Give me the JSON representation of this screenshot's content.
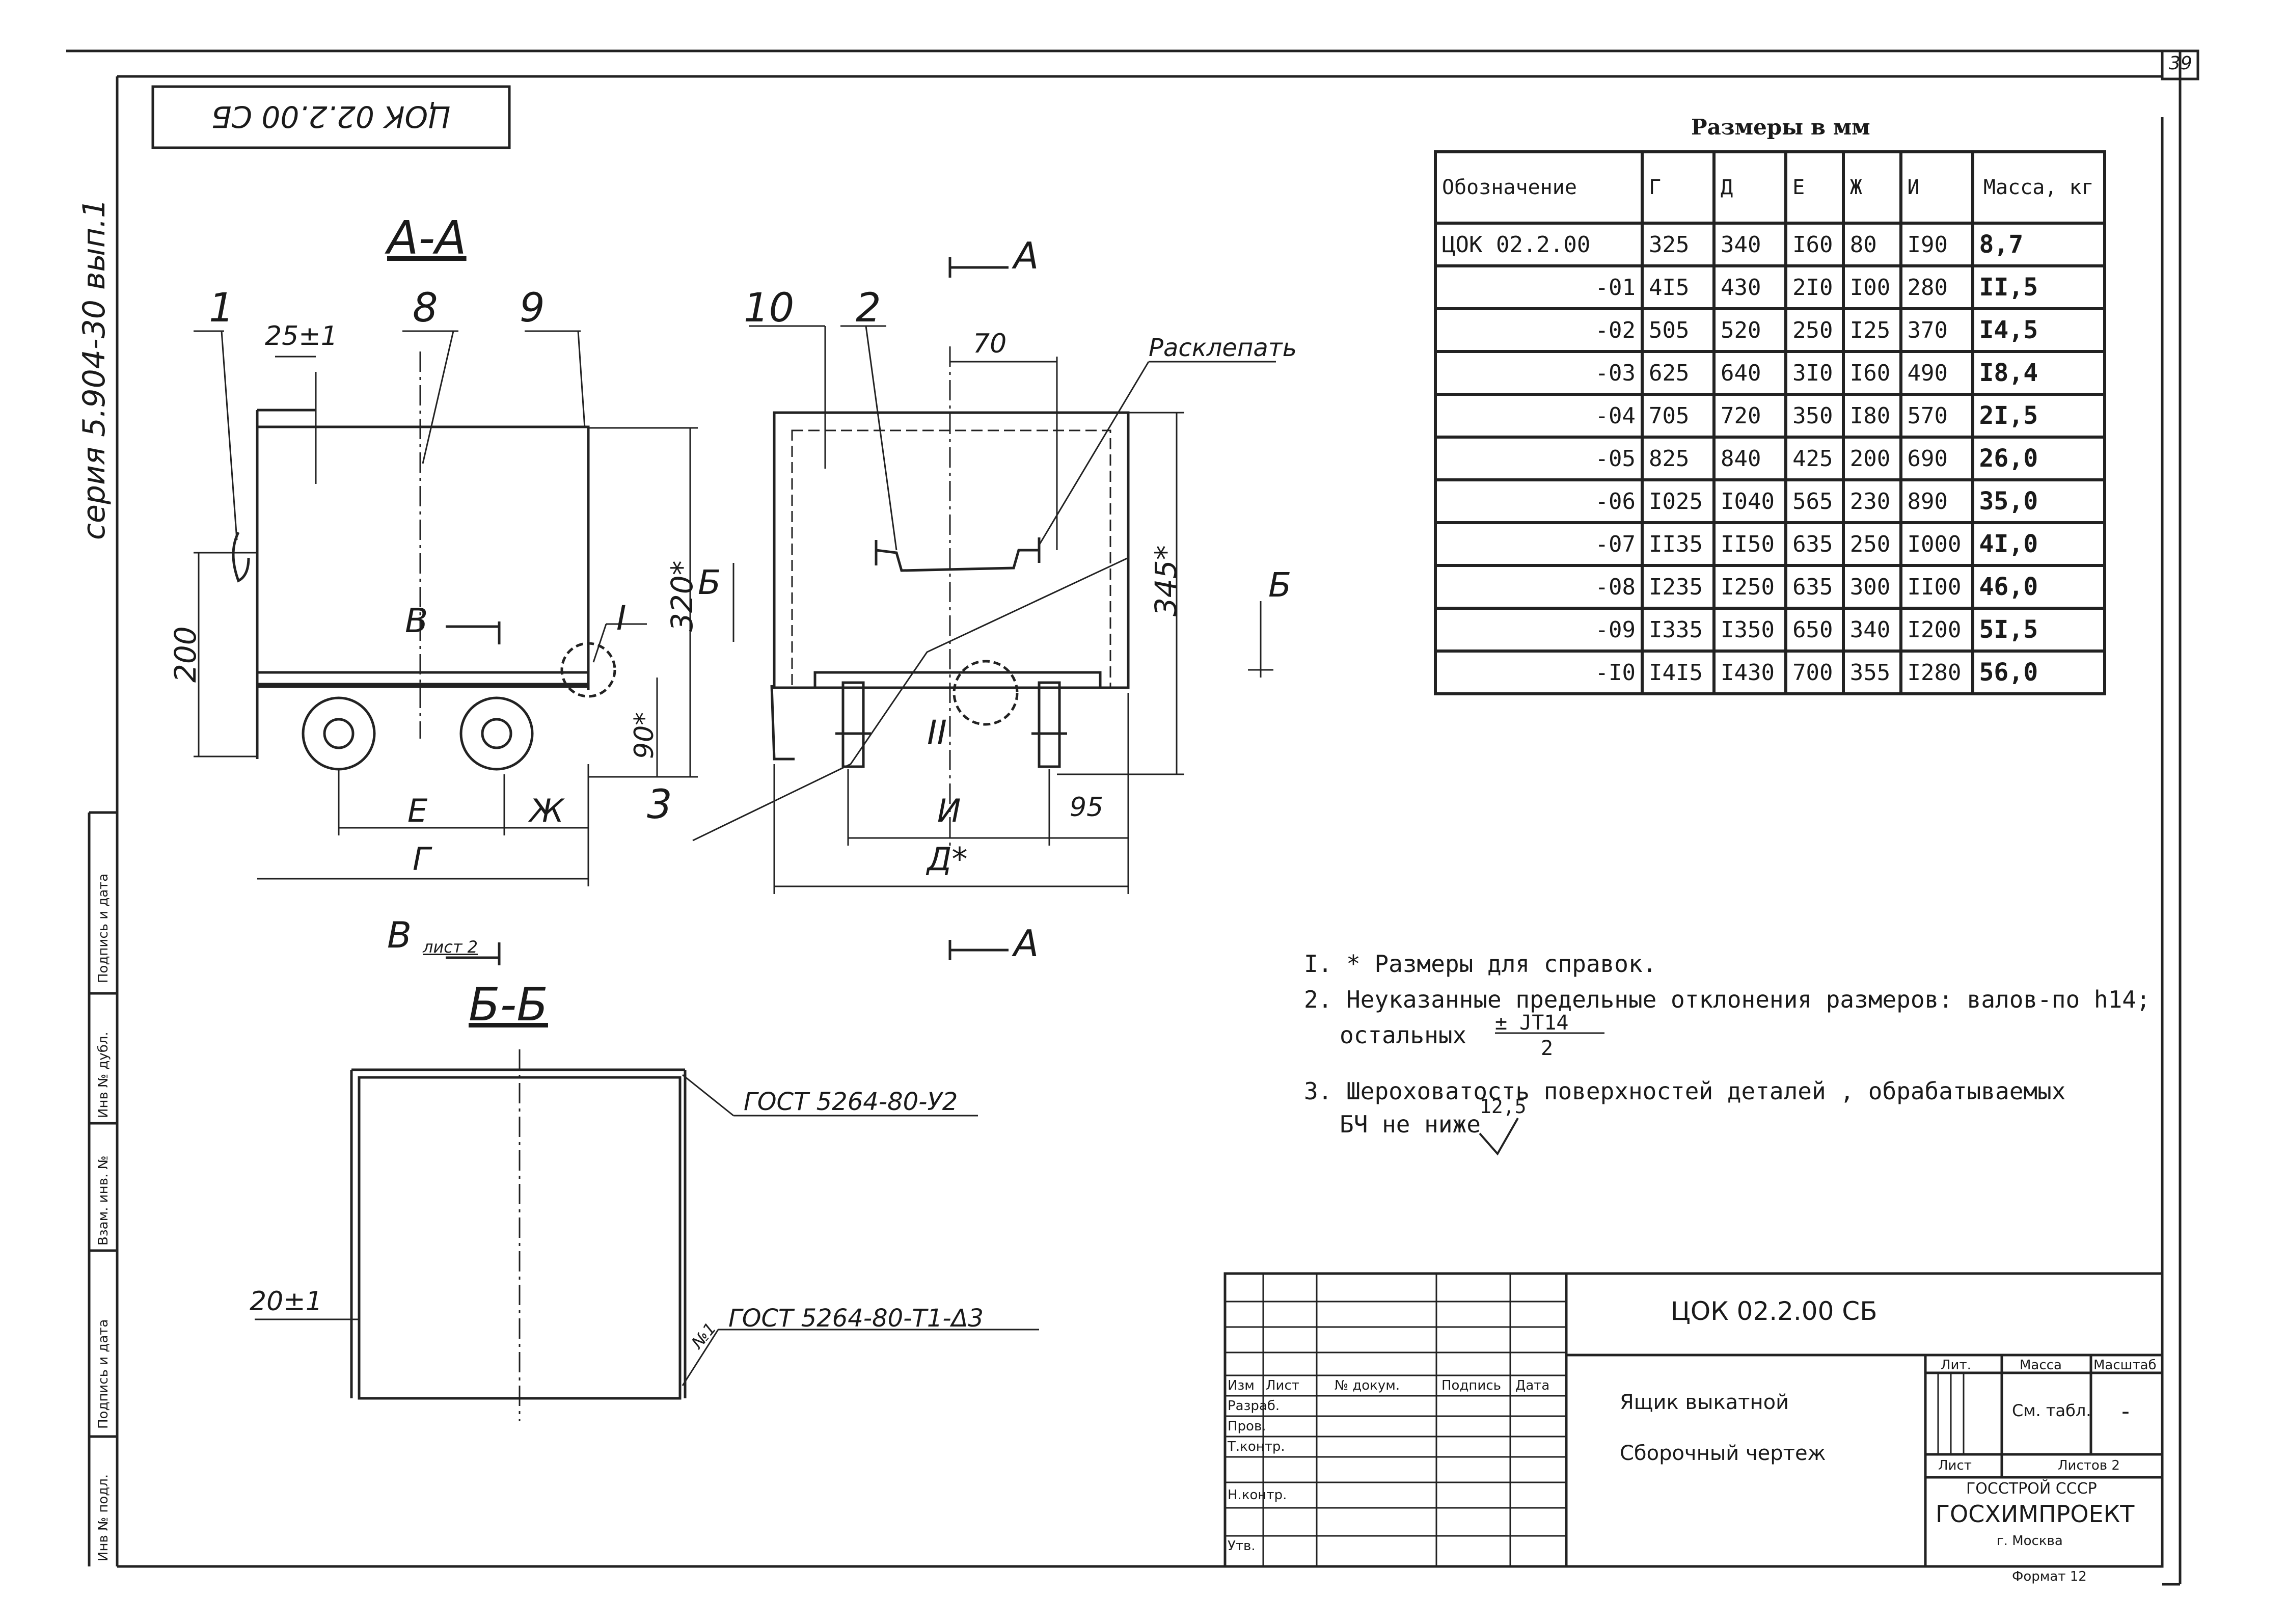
{
  "margin_stamp": {
    "document_code": "ЦОК 02.2.00 СБ",
    "series": "серия 5.904-30 вып.1"
  },
  "page_number": "39",
  "left_margin_labels": [
    "Подпись и дата",
    "Инв № дубл.",
    "Взам. инв. №",
    "Подпись и дата",
    "Инв № подл."
  ],
  "drawing": {
    "section_aa": "А-А",
    "section_bb": "Б-Б",
    "cut_a": "А",
    "cut_b": "Б",
    "view_b": "В",
    "view_b_sheet": "лист 2",
    "detail_1": "I",
    "detail_2": "II",
    "rivet_note": "Расклепать",
    "callouts": [
      "1",
      "8",
      "9",
      "10",
      "2",
      "3"
    ],
    "dims": {
      "d25": "25±1",
      "d320": "320*",
      "d200": "200",
      "d90": "90*",
      "d70": "70",
      "d345": "345*",
      "d95": "95",
      "d20": "20±1",
      "E": "Е",
      "Zh": "Ж",
      "G": "Г",
      "I": "И",
      "D": "Д*"
    },
    "gost_1": "ГОСТ 5264-80-У2",
    "gost_2": "ГОСТ 5264-80-Т1-Δ3",
    "weld_mark": "№1"
  },
  "table": {
    "caption": "Размеры в мм",
    "headers": [
      "Обозначение",
      "Г",
      "Д",
      "Е",
      "Ж",
      "И",
      "Масса, кг"
    ],
    "rows": [
      [
        "ЦОК 02.2.00",
        "325",
        "340",
        "I60",
        "80",
        "I90",
        "8,7"
      ],
      [
        "-01",
        "4I5",
        "430",
        "2I0",
        "I00",
        "280",
        "II,5"
      ],
      [
        "-02",
        "505",
        "520",
        "250",
        "I25",
        "370",
        "I4,5"
      ],
      [
        "-03",
        "625",
        "640",
        "3I0",
        "I60",
        "490",
        "I8,4"
      ],
      [
        "-04",
        "705",
        "720",
        "350",
        "I80",
        "570",
        "2I,5"
      ],
      [
        "-05",
        "825",
        "840",
        "425",
        "200",
        "690",
        "26,0"
      ],
      [
        "-06",
        "I025",
        "I040",
        "565",
        "230",
        "890",
        "35,0"
      ],
      [
        "-07",
        "II35",
        "II50",
        "635",
        "250",
        "I000",
        "4I,0"
      ],
      [
        "-08",
        "I235",
        "I250",
        "635",
        "300",
        "II00",
        "46,0"
      ],
      [
        "-09",
        "I335",
        "I350",
        "650",
        "340",
        "I200",
        "5I,5"
      ],
      [
        "-I0",
        "I4I5",
        "I430",
        "700",
        "355",
        "I280",
        "56,0"
      ]
    ]
  },
  "notes": {
    "n1": "I. * Размеры для справок.",
    "n2": "2. Неуказанные предельные отклонения размеров: валов-по h14;",
    "n2b": "остальных",
    "n2_frac_top": "± JT14",
    "n2_frac_bottom": "2",
    "n3": "3. Шероховатость поверхностей деталей , обрабатываемых",
    "n3b": "БЧ не ниже",
    "n3_roughness": "12,5"
  },
  "title_block": {
    "code": "ЦОК 02.2.00 СБ",
    "title_line1": "Ящик выкатной",
    "title_line2": "Сборочный чертеж",
    "col_headers": [
      "Изм",
      "Лист",
      "№ докум.",
      "Подпись",
      "Дата"
    ],
    "roles": [
      "Разраб.",
      "Пров.",
      "Т.контр.",
      "Н.контр.",
      "Утв."
    ],
    "lit": "Лит.",
    "mass": "Масса",
    "scale": "Масштаб",
    "mass_value": "См. табл.",
    "scale_value": "-",
    "sheet": "Лист",
    "sheets": "Листов 2",
    "org1": "ГОССТРОЙ СССР",
    "org2": "ГОСХИМПРОЕКТ",
    "city": "г. Москва",
    "format": "Формат 12"
  }
}
